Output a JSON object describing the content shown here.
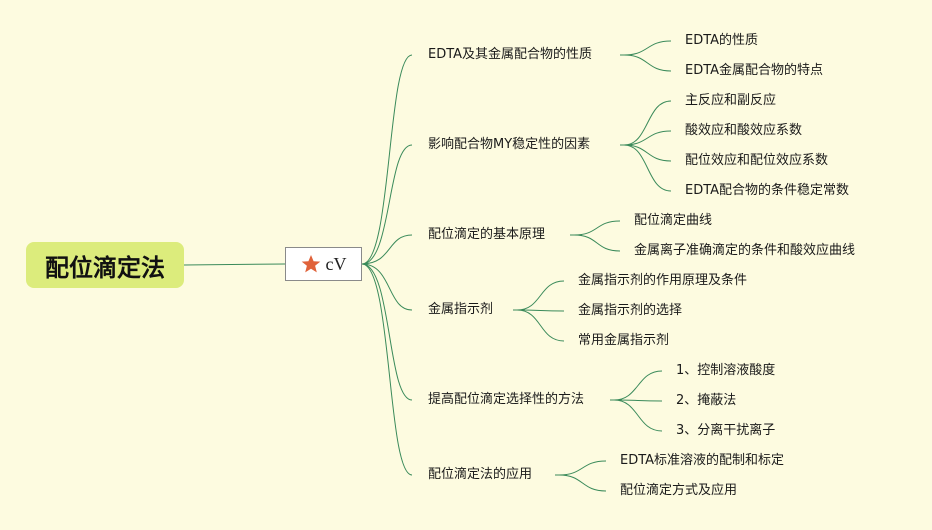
{
  "root": {
    "label": "配位滴定法"
  },
  "hub": {
    "label": "cV",
    "icon": "star-icon",
    "icon_color": "#e0623a"
  },
  "colors": {
    "line": "#3a8a5a",
    "root_bg": "#dcec7c",
    "background": "#fdfbe0"
  },
  "branches": [
    {
      "label": "EDTA及其金属配合物的性质",
      "children": [
        "EDTA的性质",
        "EDTA金属配合物的特点"
      ]
    },
    {
      "label": "影响配合物MY稳定性的因素",
      "children": [
        "主反应和副反应",
        "酸效应和酸效应系数",
        "配位效应和配位效应系数",
        "EDTA配合物的条件稳定常数"
      ]
    },
    {
      "label": "配位滴定的基本原理",
      "children": [
        "配位滴定曲线",
        "金属离子准确滴定的条件和酸效应曲线"
      ]
    },
    {
      "label": "金属指示剂",
      "children": [
        "金属指示剂的作用原理及条件",
        "金属指示剂的选择",
        "常用金属指示剂"
      ]
    },
    {
      "label": "提高配位滴定选择性的方法",
      "children": [
        "1、控制溶液酸度",
        "2、掩蔽法",
        "3、分离干扰离子"
      ]
    },
    {
      "label": "配位滴定法的应用",
      "children": [
        "EDTA标准溶液的配制和标定",
        "配位滴定方式及应用"
      ]
    }
  ]
}
